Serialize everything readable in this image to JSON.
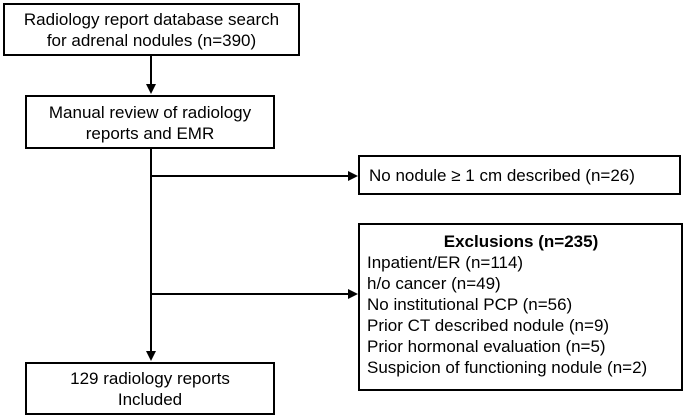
{
  "boxes": {
    "search": {
      "lines": [
        "Radiology report database search",
        "for adrenal nodules (n=390)"
      ]
    },
    "review": {
      "lines": [
        "Manual review of radiology",
        "reports and EMR"
      ]
    },
    "no_nodule": {
      "text": "No nodule ≥ 1 cm described (n=26)"
    },
    "exclusions": {
      "title": "Exclusions (n=235)",
      "items": [
        "Inpatient/ER (n=114)",
        "h/o cancer (n=49)",
        "No institutional PCP (n=56)",
        "Prior CT described nodule (n=9)",
        "Prior hormonal evaluation (n=5)",
        "Suspicion of functioning nodule (n=2)"
      ]
    },
    "included": {
      "lines": [
        "129 radiology reports",
        "Included"
      ]
    }
  }
}
